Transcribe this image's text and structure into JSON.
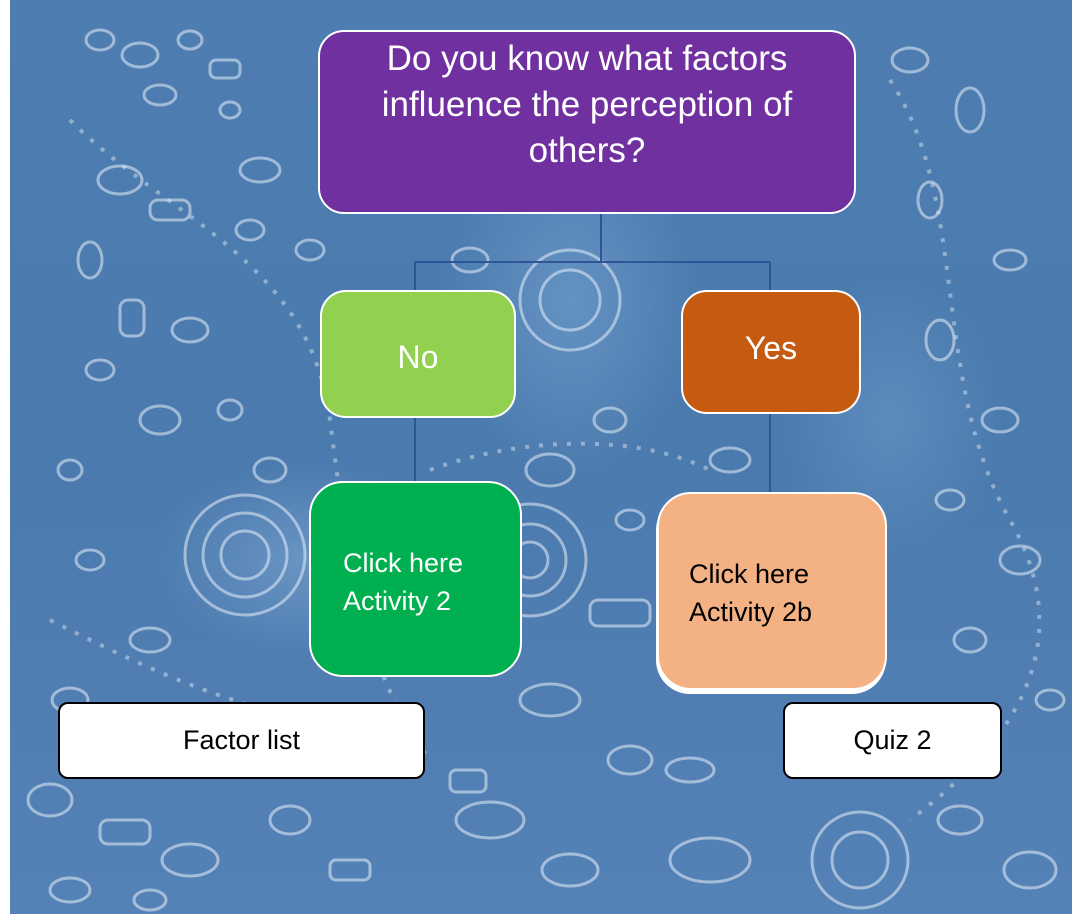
{
  "question": {
    "text": "Do you know what factors influence the perception of others?"
  },
  "answers": {
    "no": "No",
    "yes": "Yes"
  },
  "activities": {
    "no_branch": {
      "line1": "Click here",
      "line2": "Activity 2"
    },
    "yes_branch": {
      "line1": "Click here",
      "line2": "Activity 2b"
    }
  },
  "links": {
    "factor_list": "Factor list",
    "quiz": "Quiz 2"
  },
  "colors": {
    "question_fill": "#7030a0",
    "no_fill": "#92d050",
    "yes_fill": "#c55a11",
    "activity2_fill": "#00b050",
    "activity2b_fill": "#f4b183",
    "background": "#4e7db1",
    "connector": "#2f5597"
  }
}
